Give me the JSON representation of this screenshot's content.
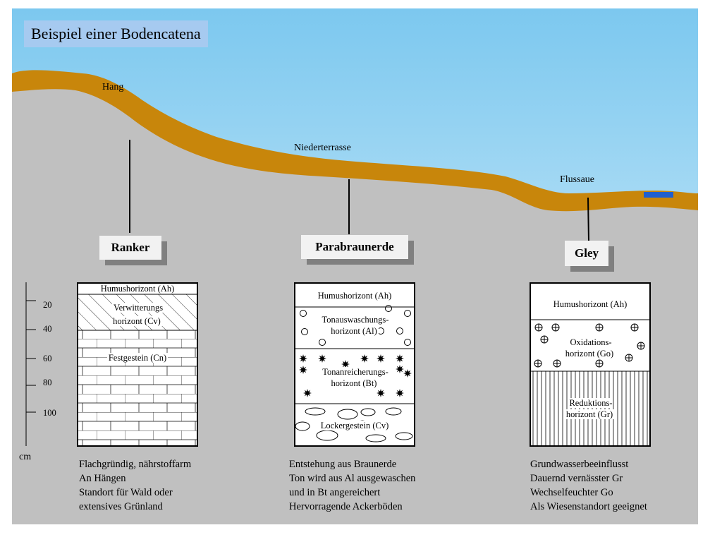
{
  "title": "Beispiel einer Bodencatena",
  "landforms": {
    "hang": "Hang",
    "niederterrasse": "Niederterrasse",
    "flussaue": "Flussaue"
  },
  "soils": [
    {
      "name": "Ranker",
      "horizons": [
        "Humushorizont (Ah)",
        "Verwitterungs\nhorizont (Cv)",
        "Festgestein (Cn)"
      ],
      "description": [
        "Flachgründig, nährstoffarm",
        "An Hängen",
        "Standort für Wald oder",
        "extensives Grünland"
      ]
    },
    {
      "name": "Parabraunerde",
      "horizons": [
        "Humushorizont (Ah)",
        "Tonauswaschungs-\nhorizont (Al)",
        "Tonanreicherungs-\nhorizont (Bt)",
        "Lockergestein (Cv)"
      ],
      "description": [
        "Entstehung aus Braunerde",
        "Ton wird aus Al ausgewaschen",
        "und in Bt angereichert",
        "Hervorragende Ackerböden"
      ]
    },
    {
      "name": "Gley",
      "horizons": [
        "Humushorizont (Ah)",
        "Oxidations-\nhorizont (Go)",
        "Reduktions-\nhorizont (Gr)"
      ],
      "description": [
        "Grundwasserbeeinflusst",
        "Dauernd vernässter Gr",
        "Wechselfeuchter  Go",
        "Als Wiesenstandort geeignet"
      ]
    }
  ],
  "depth_scale": {
    "ticks": [
      "20",
      "40",
      "60",
      "80",
      "100"
    ],
    "unit": "cm"
  },
  "colors": {
    "sky": "#8ed0f0",
    "ground": "#c0c0c0",
    "soil_band": "#c8860b",
    "water": "#1f5fcf",
    "title_bg": "#a6caf0"
  }
}
